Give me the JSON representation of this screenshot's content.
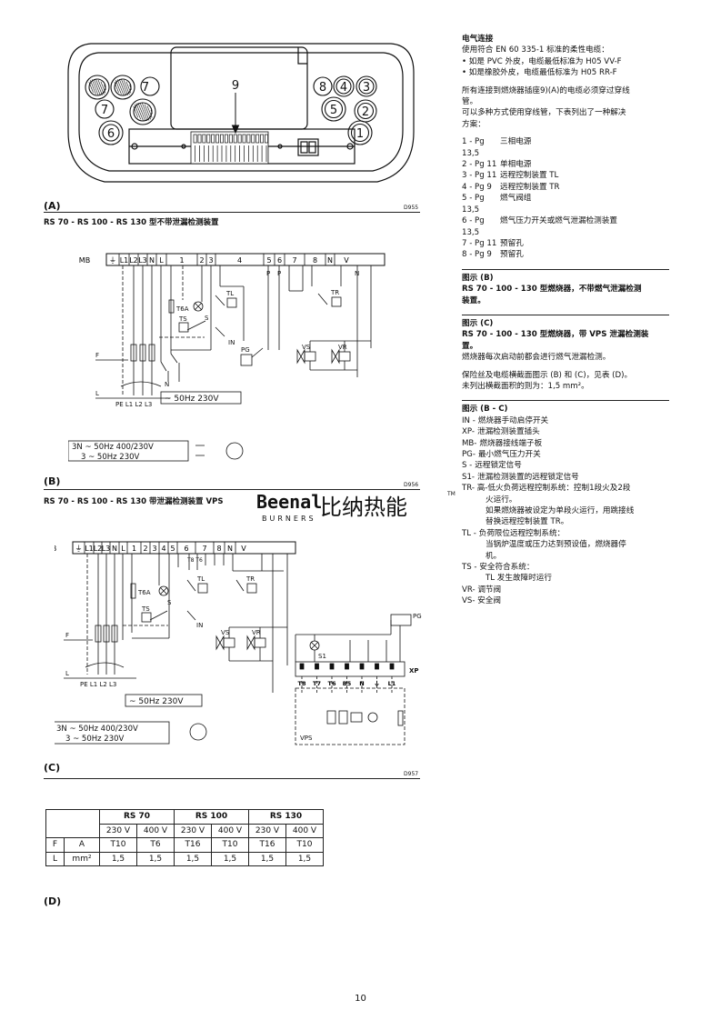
{
  "figA": {
    "label": "(A)",
    "code": "D955",
    "callouts": [
      "7",
      "7",
      "6",
      "8",
      "4",
      "3",
      "5",
      "2",
      "1",
      "9"
    ]
  },
  "figB": {
    "title": "RS 70 - RS 100 - RS 130 型不带泄漏检测装置",
    "label": "(B)",
    "code": "D956",
    "terminals": [
      "MB",
      "⏚",
      "L1",
      "L2",
      "L3",
      "N",
      "L",
      "1",
      "2",
      "3",
      "4",
      "5",
      "6",
      "7",
      "8",
      "N",
      "V"
    ],
    "labels": {
      "t6a": "T6A",
      "ts": "TS",
      "tl": "TL",
      "tr": "TR",
      "in": "IN",
      "s": "S",
      "pg": "PG",
      "vs": "VS",
      "vr": "VR",
      "f": "F",
      "l": "L",
      "p": "P",
      "n": "N",
      "pe_row": "PE L1 L2 L3",
      "supply1": "~ 50Hz  230V",
      "supply2a": "3N ~ 50Hz  400/230V",
      "supply2b": "3 ~ 50Hz  230V"
    }
  },
  "figC": {
    "title": "RS 70 - RS 100 - RS 130 带泄漏检测装置 VPS",
    "label": "(C)",
    "code": "D957",
    "terminals": [
      "MB",
      "⏚",
      "L1",
      "L2",
      "L3",
      "N",
      "L",
      "1",
      "2",
      "3",
      "4",
      "5",
      "6",
      "7",
      "8",
      "N",
      "V"
    ],
    "xp_terminals": [
      "T8",
      "T7",
      "T6",
      "B5",
      "N",
      "⏚",
      "L1"
    ],
    "labels": {
      "t6a": "T6A",
      "ts": "TS",
      "tl": "TL",
      "tr": "TR",
      "in": "IN",
      "s": "S",
      "s1": "S1",
      "pg": "PG",
      "vs": "VS",
      "vr": "VR",
      "xp": "XP",
      "vps": "VPS",
      "t8t6": "T8 T6",
      "f": "F",
      "l": "L",
      "pe_row": "PE L1 L2 L3",
      "supply1": "~ 50Hz  230V",
      "supply2a": "3N ~ 50Hz  400/230V",
      "supply2b": "3 ~ 50Hz  230V"
    }
  },
  "watermark": {
    "brand": "Beenal",
    "sub": "BURNERS",
    "cn": "比纳热能",
    "tm": "TM"
  },
  "right": {
    "h1": "电气连接",
    "p1": "使用符合 EN 60 335-1 标准的柔性电缆：",
    "b1": "• 如是 PVC 外皮，电缆最低标准为 H05 VV-F",
    "b2": "• 如是橡胶外皮，电缆最低标准为 H05 RR-F",
    "p2a": "所有连接到燃烧器插座9)(A)的电缆必须穿过穿线",
    "p2b": "管。",
    "p3a": "可以多种方式使用穿线管，下表列出了一种解决",
    "p3b": "方案：",
    "list": [
      {
        "k": "1 - Pg 13,5",
        "v": "三相电源"
      },
      {
        "k": "2 - Pg 11",
        "v": "单相电源"
      },
      {
        "k": "3 - Pg 11",
        "v": "远程控制装置 TL"
      },
      {
        "k": "4 - Pg 9",
        "v": "远程控制装置 TR"
      },
      {
        "k": "5 - Pg 13,5",
        "v": "燃气阀组"
      },
      {
        "k": "6 - Pg 13,5",
        "v": "燃气压力开关或燃气泄漏检测装置"
      },
      {
        "k": "7 - Pg 11",
        "v": "预留孔"
      },
      {
        "k": "8 - Pg 9",
        "v": "预留孔"
      }
    ],
    "hB": "图示 (B)",
    "hB2a": "RS 70 - 100 - 130 型燃烧器，不带燃气泄漏检测",
    "hB2b": "装置。",
    "hC": "图示 (C)",
    "hC2a": "RS 70 - 100 - 130 型燃烧器，带 VPS 泄漏检测装",
    "hC2b": "置。",
    "pC": "燃烧器每次启动前都会进行燃气泄漏检测。",
    "pD1": "保险丝及电缆横截面图示 (B) 和 (C)，见表 (D)。",
    "pD2": "未列出横截面积的则为：1,5 mm²。",
    "hBC": "图示  (B - C)",
    "legend": [
      {
        "k": "IN -",
        "v": "燃烧器手动启停开关"
      },
      {
        "k": "XP-",
        "v": "泄漏检测装置插头"
      },
      {
        "k": "MB-",
        "v": "燃烧器接线端子板"
      },
      {
        "k": "PG-",
        "v": "最小燃气压力开关"
      },
      {
        "k": "S  -",
        "v": "远程锁定信号"
      },
      {
        "k": "S1-",
        "v": "泄漏检测装置的远程锁定信号"
      }
    ],
    "tr1": "TR- 高-低火负荷远程控制系统：控制1段火及2段",
    "tr2": "火运行。",
    "tr3": "如果燃烧器被设定为单段火运行，用跳接线",
    "tr4": "替换远程控制装置 TR。",
    "tl1": "TL - 负荷限位远程控制系统：",
    "tl2": "当锅炉温度或压力达到预设值，燃烧器停",
    "tl3": "机。",
    "ts1": "TS - 安全符合系统：",
    "ts2": "TL 发生故障时运行",
    "vr": "VR- 调节阀",
    "vs": "VS- 安全阀"
  },
  "tableD": {
    "label": "(D)",
    "models": [
      "RS 70",
      "RS 100",
      "RS 130"
    ],
    "voltages": [
      "230 V",
      "400 V",
      "230 V",
      "400 V",
      "230 V",
      "400 V"
    ],
    "rows": [
      {
        "sym": "F",
        "unit": "A",
        "values": [
          "T10",
          "T6",
          "T16",
          "T10",
          "T16",
          "T10"
        ]
      },
      {
        "sym": "L",
        "unit": "mm²",
        "values": [
          "1,5",
          "1,5",
          "1,5",
          "1,5",
          "1,5",
          "1,5"
        ]
      }
    ]
  },
  "page_number": "10"
}
